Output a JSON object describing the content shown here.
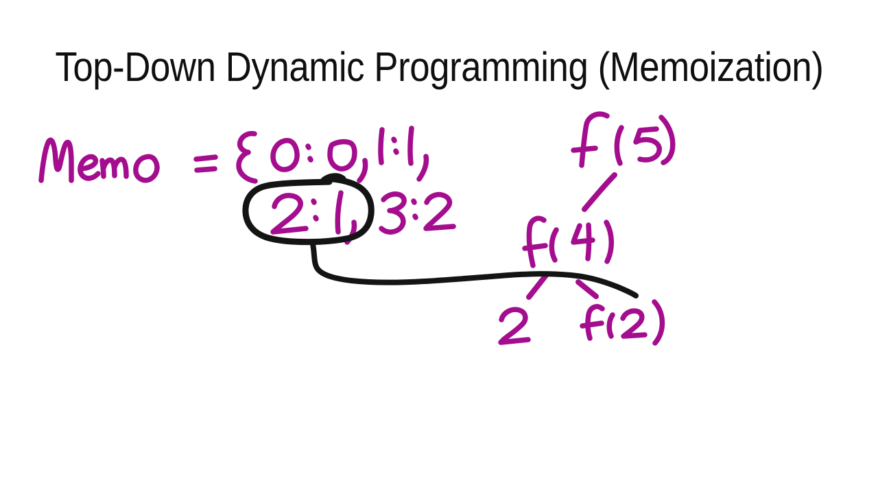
{
  "title": {
    "text": "Top-Down Dynamic Programming (Memoization)"
  },
  "ink": {
    "magenta": "#a30d8e",
    "black": "#141414"
  },
  "memo": {
    "line1": "Memo = {0:0, 1:1,",
    "circled_entry": "2:1,",
    "line2_rest": "3:2",
    "entries": [
      {
        "key": "0",
        "value": "0",
        "circled": false
      },
      {
        "key": "1",
        "value": "1",
        "circled": false
      },
      {
        "key": "2",
        "value": "1",
        "circled": true
      },
      {
        "key": "3",
        "value": "2",
        "circled": false
      }
    ]
  },
  "tree": {
    "f5_label": "f(5)",
    "f4_label": "f(4)",
    "left_child_label": "2",
    "right_child_label": "f(2)",
    "edges": [
      {
        "from": "f(5)",
        "to": "f(4)"
      },
      {
        "from": "f(4)",
        "to": "2"
      },
      {
        "from": "f(4)",
        "to": "f(2)"
      }
    ]
  }
}
